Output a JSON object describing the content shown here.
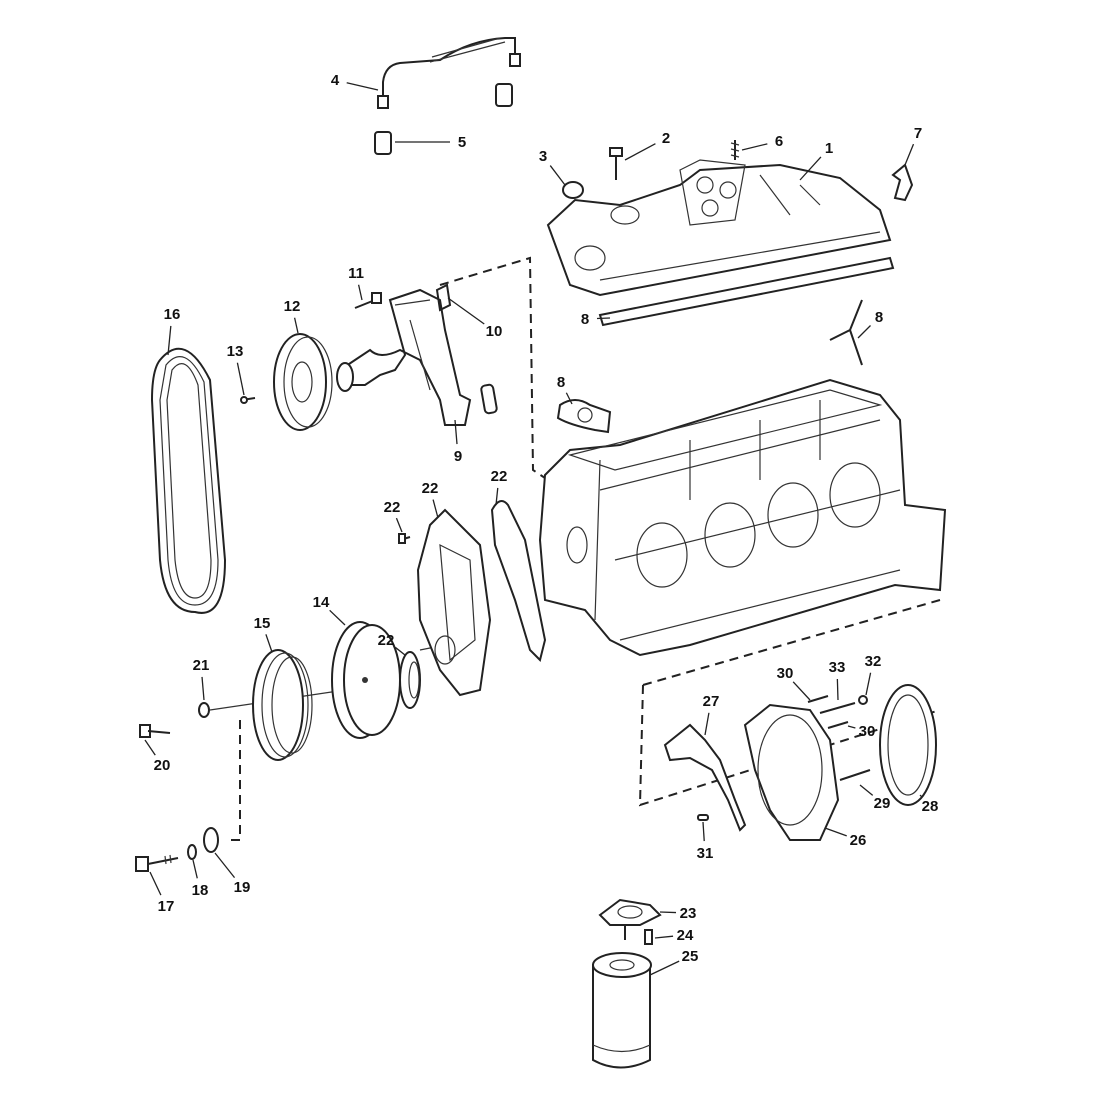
{
  "diagram": {
    "title": "Engine block exploded parts diagram",
    "callouts": [
      "4",
      "5",
      "2",
      "6",
      "1",
      "7",
      "3",
      "11",
      "12",
      "16",
      "10",
      "13",
      "8",
      "8",
      "8",
      "9",
      "22",
      "22",
      "22",
      "14",
      "15",
      "22",
      "21",
      "30",
      "33",
      "32",
      "27",
      "30",
      "20",
      "29",
      "28",
      "26",
      "31",
      "17",
      "18",
      "19",
      "23",
      "24",
      "25"
    ]
  }
}
